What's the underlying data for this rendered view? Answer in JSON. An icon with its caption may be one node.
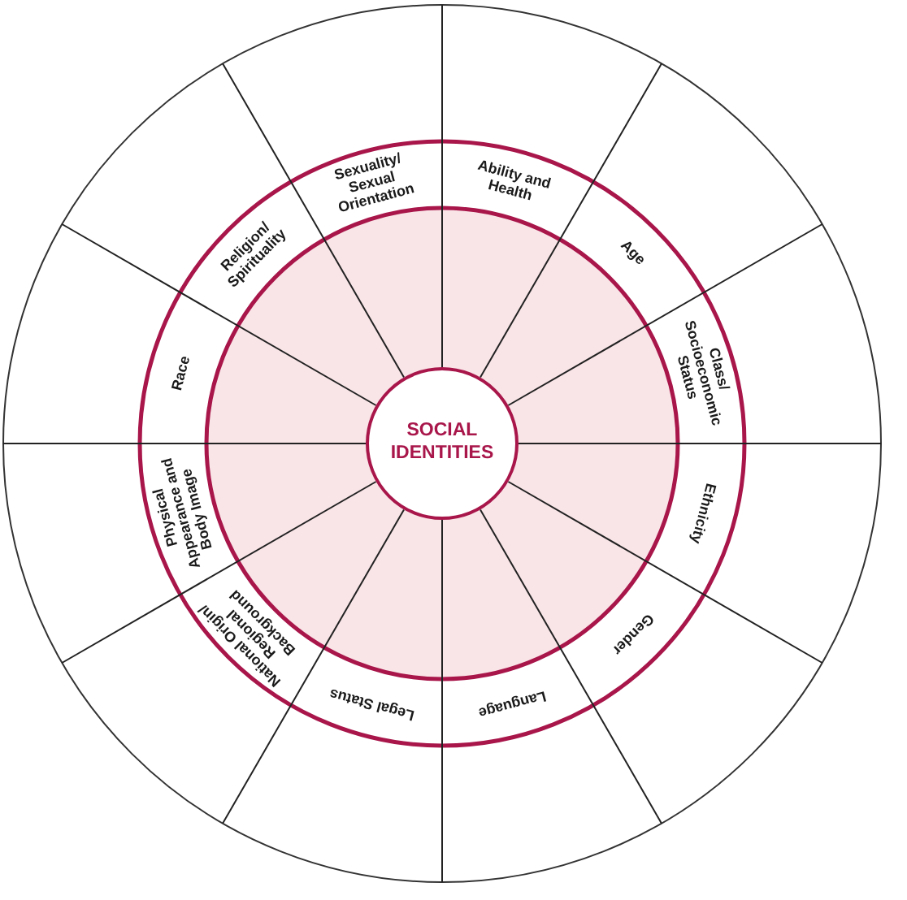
{
  "diagram": {
    "nodes": [
      {
        "text": [
          "SOCIAL IDENTITIES"
        ]
      },
      {
        "text": [
          "Ability and Health"
        ]
      },
      {
        "text": [
          "Age"
        ]
      },
      {
        "text": [
          "Class/ Socioeconomic Status"
        ]
      },
      {
        "text": [
          "Ethnicity"
        ]
      },
      {
        "text": [
          "Gender"
        ]
      },
      {
        "text": [
          "Language"
        ]
      },
      {
        "text": [
          "Legal Status"
        ]
      },
      {
        "text": [
          "National Origin/ Regional Background"
        ]
      },
      {
        "text": [
          "Physical Appearance and Body Image"
        ]
      },
      {
        "text": [
          "Race"
        ]
      },
      {
        "text": [
          "Religion/ Spirituality"
        ]
      },
      {
        "text": [
          "Sexuality/ Sexual Orientation"
        ]
      }
    ],
    "edges": []
  }
}
